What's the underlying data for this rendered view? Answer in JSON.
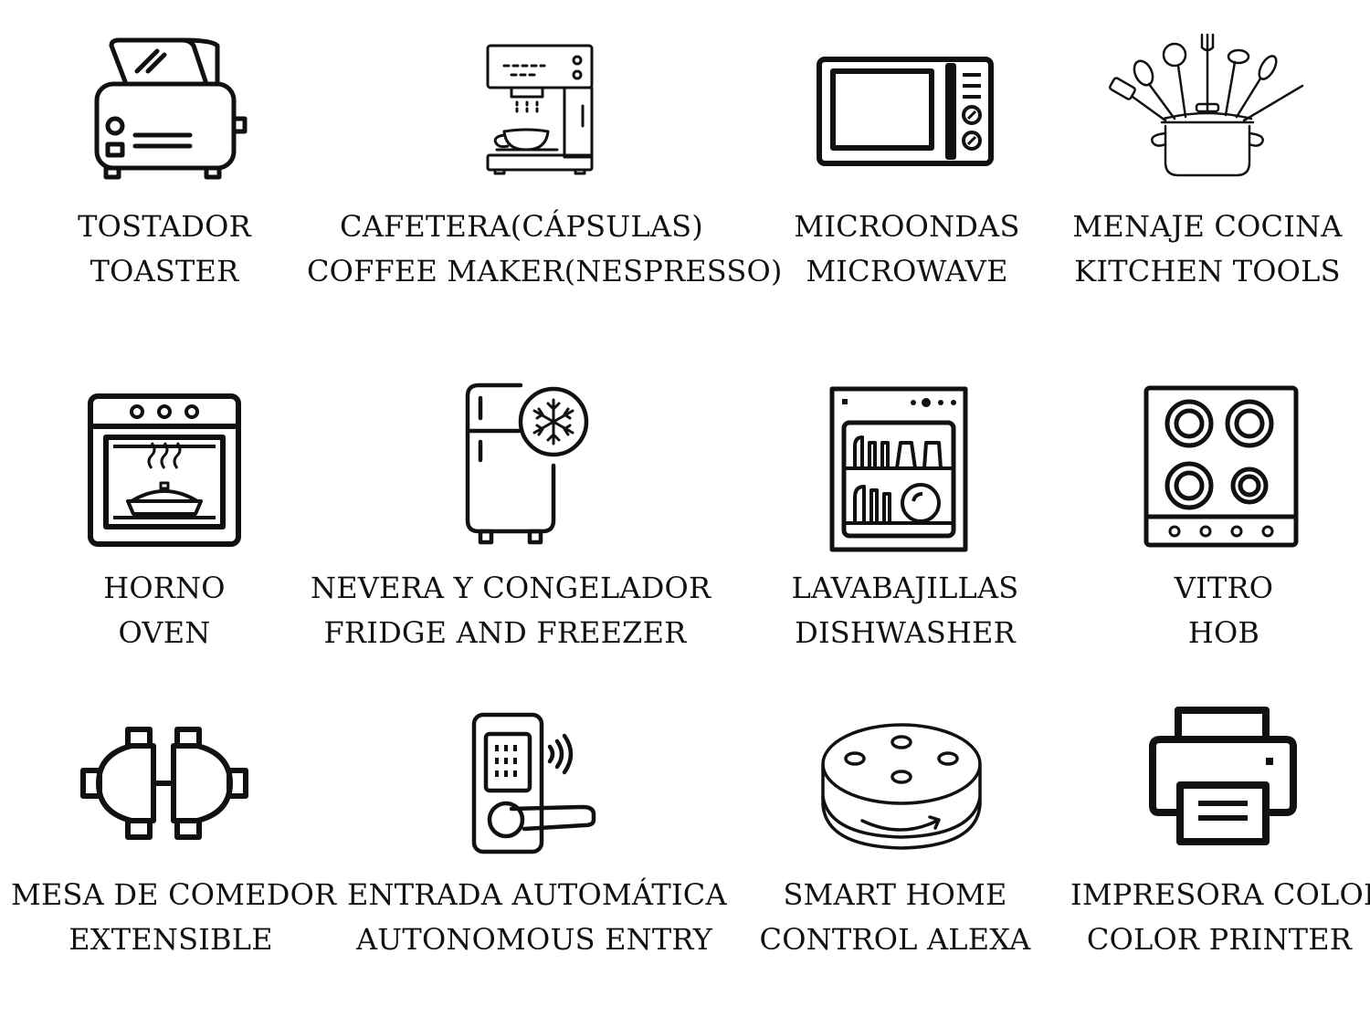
{
  "items": [
    {
      "icon": "toaster-icon",
      "es": "TOSTADOR",
      "en": "TOASTER"
    },
    {
      "icon": "coffee-maker-icon",
      "es": "CAFETERA(CÁPSULAS)",
      "en": "COFFEE MAKER(NESPRESSO)"
    },
    {
      "icon": "microwave-icon",
      "es": "MICROONDAS",
      "en": "MICROWAVE"
    },
    {
      "icon": "kitchen-tools-icon",
      "es": "MENAJE COCINA",
      "en": "KITCHEN TOOLS"
    },
    {
      "icon": "oven-icon",
      "es": "HORNO",
      "en": "OVEN"
    },
    {
      "icon": "fridge-freezer-icon",
      "es": "NEVERA Y CONGELADOR",
      "en": "FRIDGE AND FREEZER"
    },
    {
      "icon": "dishwasher-icon",
      "es": "LAVABAJILLAS",
      "en": "DISHWASHER"
    },
    {
      "icon": "hob-icon",
      "es": "VITRO",
      "en": "HOB"
    },
    {
      "icon": "dining-table-icon",
      "es": "MESA DE COMEDOR",
      "en": "EXTENSIBLE"
    },
    {
      "icon": "smart-lock-icon",
      "es": "ENTRADA AUTOMÁTICA",
      "en": "AUTONOMOUS ENTRY"
    },
    {
      "icon": "smart-speaker-icon",
      "es": "SMART HOME",
      "en": "CONTROL ALEXA"
    },
    {
      "icon": "printer-icon",
      "es": "IMPRESORA COLOR",
      "en": "COLOR PRINTER"
    }
  ]
}
